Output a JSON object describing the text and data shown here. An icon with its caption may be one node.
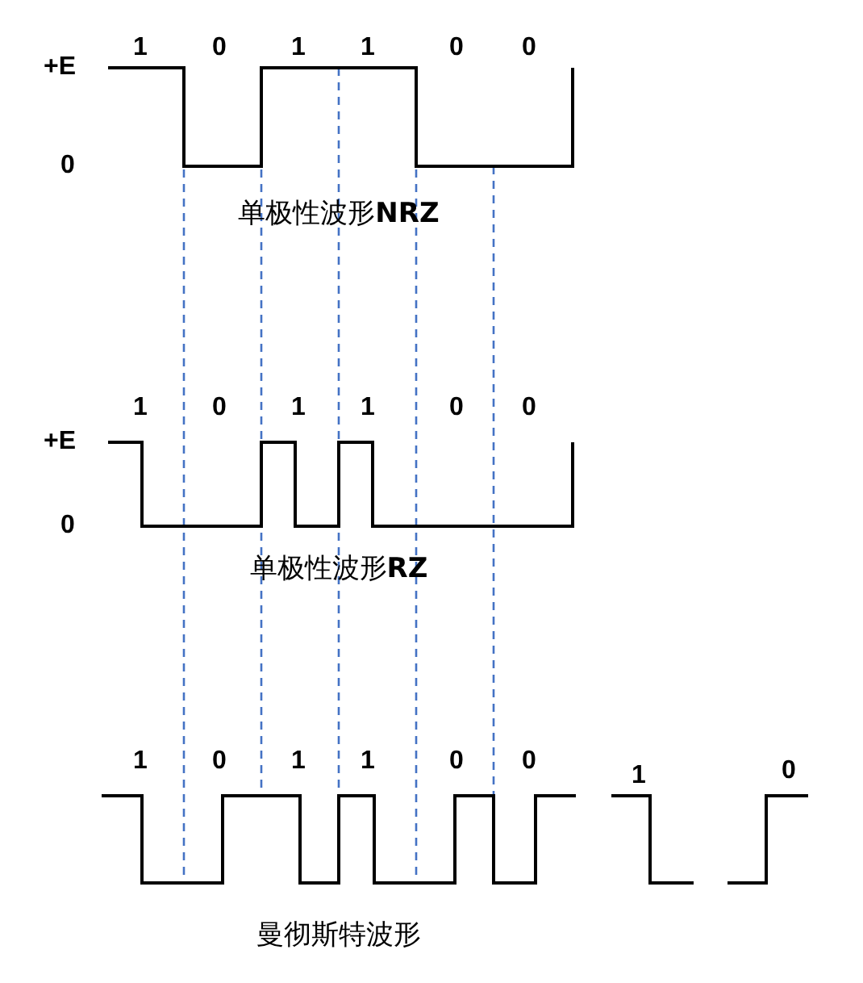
{
  "diagram": {
    "labels": [
      "1",
      "0",
      "1",
      "1",
      "0",
      "0",
      "+E",
      "0",
      "单极性波形**NRZ**",
      "1",
      "0",
      "1",
      "1",
      "0",
      "0",
      "+E",
      "0",
      "单极性波形**RZ**",
      "1",
      "0",
      "1",
      "1",
      "0",
      "0",
      "1",
      "0",
      "曼彻斯特波形"
    ]
  }
}
